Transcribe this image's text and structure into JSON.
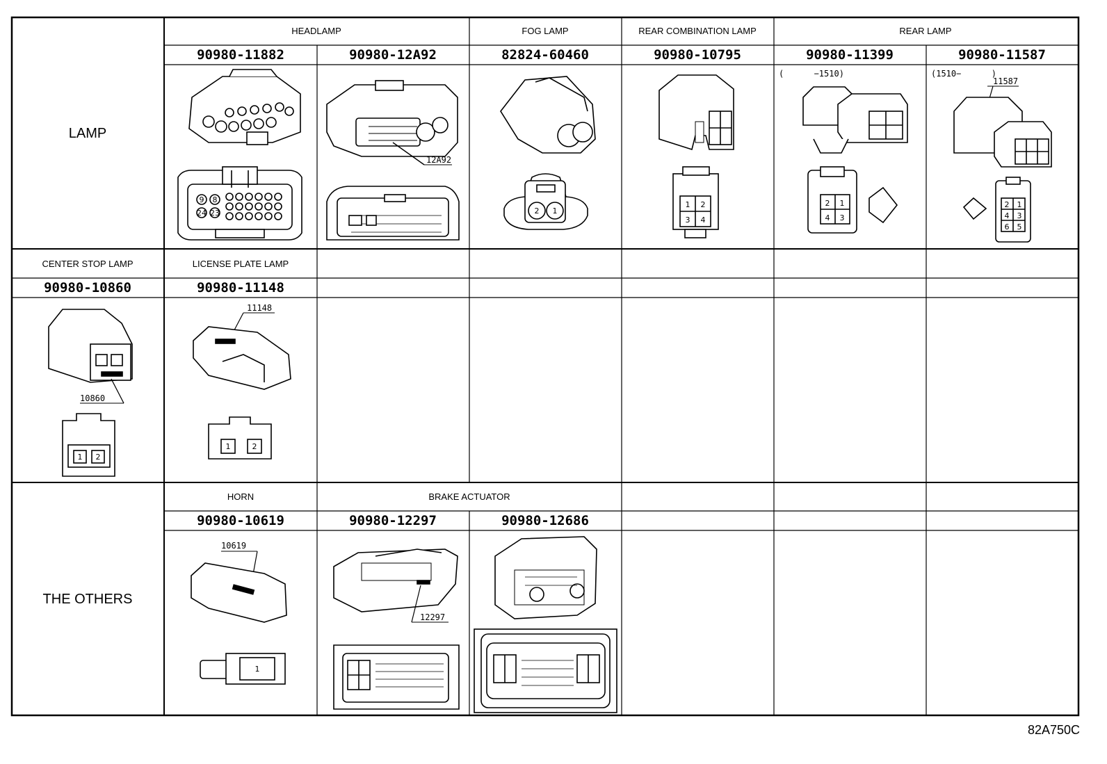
{
  "sections": {
    "lamp": "LAMP",
    "others": "THE OTHERS"
  },
  "headers": {
    "headlamp": "HEADLAMP",
    "fog_lamp": "FOG LAMP",
    "rear_combination_lamp": "REAR COMBINATION LAMP",
    "rear_lamp": "REAR LAMP",
    "center_stop_lamp": "CENTER STOP LAMP",
    "license_plate_lamp": "LICENSE PLATE LAMP",
    "horn": "HORN",
    "brake_actuator": "BRAKE ACTUATOR"
  },
  "parts": {
    "headlamp_1": "90980-11882",
    "headlamp_2": "90980-12A92",
    "fog_lamp": "82824-60460",
    "rear_combination_lamp": "90980-10795",
    "rear_lamp_1": "90980-11399",
    "rear_lamp_2": "90980-11587",
    "center_stop_lamp": "90980-10860",
    "license_plate_lamp": "90980-11148",
    "horn": "90980-10619",
    "brake_actuator_1": "90980-12297",
    "brake_actuator_2": "90980-12686"
  },
  "callouts": {
    "c12a92": "12A92",
    "c11587": "11587",
    "c10860": "10860",
    "c11148": "11148",
    "c10619": "10619",
    "c12297": "12297"
  },
  "notes": {
    "rear_lamp_1": "(      −1510)",
    "rear_lamp_2": "(1510−      )"
  },
  "pins": {
    "fog": [
      "2",
      "1"
    ],
    "rear_comb": [
      "1",
      "2",
      "3",
      "4"
    ],
    "rear_lamp_1": [
      "2",
      "1",
      "4",
      "3"
    ],
    "rear_lamp_2": [
      "2",
      "1",
      "4",
      "3",
      "6",
      "5"
    ],
    "center_stop": [
      "1",
      "2"
    ],
    "license": [
      "1",
      "2"
    ],
    "horn": [
      "1"
    ],
    "headlamp_1": [
      "9",
      "8",
      "24",
      "23"
    ]
  },
  "diagram_code": "82A750C"
}
